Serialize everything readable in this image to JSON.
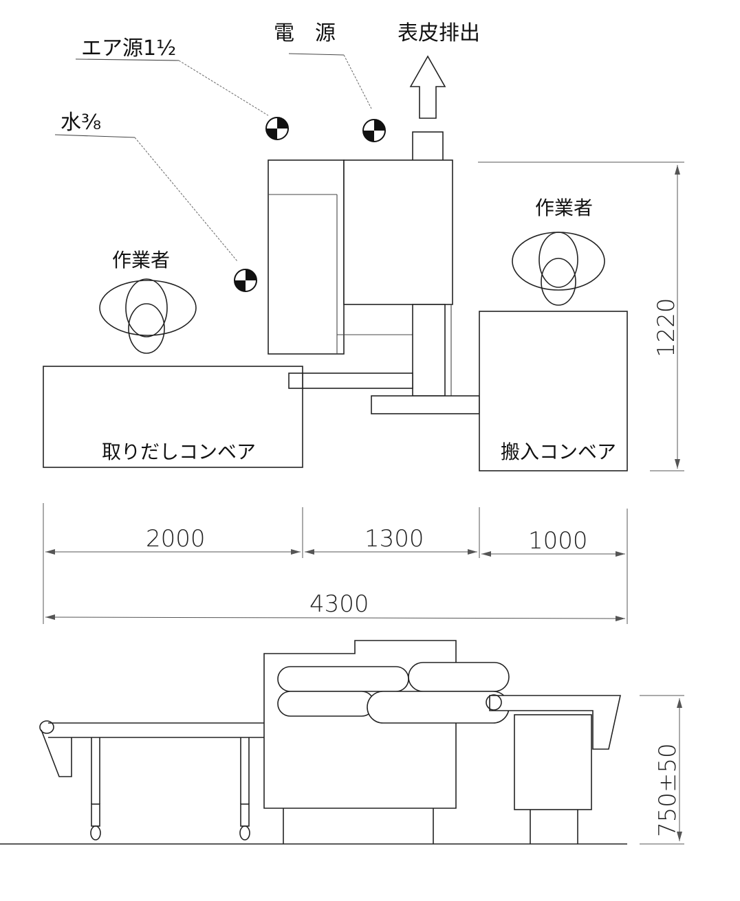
{
  "labels": {
    "air_source": "エア源1½",
    "power": "電　源",
    "skin_out": "表皮排出",
    "water": "水⅜",
    "operator_left": "作業者",
    "operator_right": "作業者",
    "takeout_conveyor": "取りだしコンベア",
    "infeed_conveyor": "搬入コンベア"
  },
  "dimensions": {
    "d1": "2000",
    "d2": "1300",
    "d3": "1000",
    "total": "4300",
    "depth": "1220",
    "height": "750±50"
  }
}
